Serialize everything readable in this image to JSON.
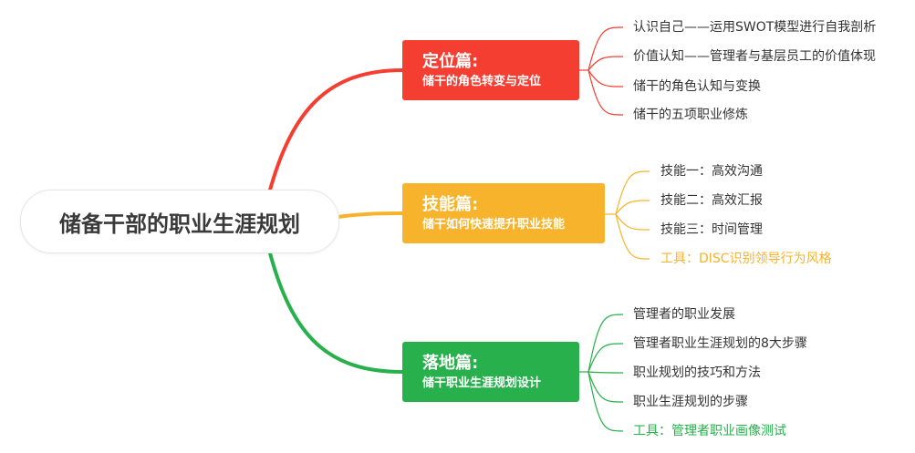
{
  "root": {
    "label": "储备干部的职业生涯规划"
  },
  "colors": {
    "red": "#f43e31",
    "yellow": "#f7b32b",
    "green": "#27b04b",
    "text": "#333333"
  },
  "branches": [
    {
      "title": "定位篇:",
      "subtitle": "储干的角色转变与定位",
      "color": "#f43e31",
      "leaves": [
        "认识自己——运用SWOT模型进行自我剖析",
        "价值认知——管理者与基层员工的价值体现",
        "储干的角色认知与变换",
        "储干的五项职业修炼"
      ]
    },
    {
      "title": "技能篇:",
      "subtitle": "储干如何快速提升职业技能",
      "color": "#f7b32b",
      "leaves": [
        "技能一：高效沟通",
        "技能二：高效汇报",
        "技能三：时间管理",
        "工具：DISC识别领导行为风格"
      ]
    },
    {
      "title": "落地篇:",
      "subtitle": "储干职业生涯规划设计",
      "color": "#27b04b",
      "leaves": [
        "管理者的职业发展",
        "管理者职业生涯规划的8大步骤",
        "职业规划的技巧和方法",
        "职业生涯规划的步骤",
        "工具：管理者职业画像测试"
      ]
    }
  ]
}
